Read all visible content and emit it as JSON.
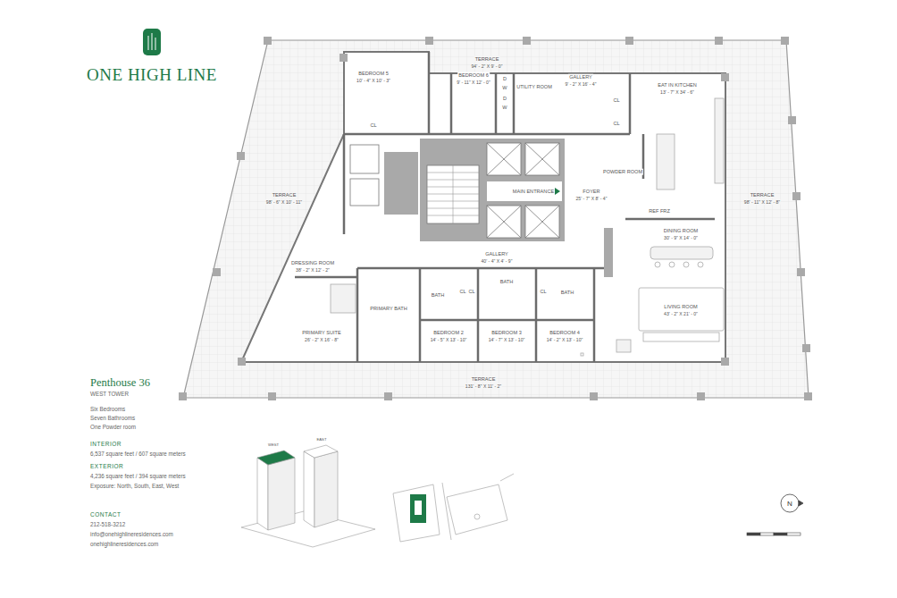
{
  "diagram": {
    "title": "ONE HIGH LINE",
    "labels": [
      "TERRACE",
      "94' - 2\" X 9' - 0\"",
      "BEDROOM 5",
      "10' - 4\" X 10' - 3\"",
      "CL",
      "BEDROOM 6",
      "9' - 11\" X 12' - 0\"",
      "D",
      "W",
      "D",
      "W",
      "UTILITY ROOM",
      "GALLERY",
      "9' - 2\" X 16' - 4\"",
      "CL",
      "CL",
      "EAT IN KITCHEN",
      "13' - 7\" X 34' - 6\"",
      "POWDER ROOM",
      "FOYER",
      "25' - 7\" X 8' - 4\"",
      "MAIN ENTRANCE",
      "REF FRZ",
      "TERRACE",
      "98' - 11\" X 12' - 8\"",
      "TERRACE",
      "98' - 6\" X 10' - 11\"",
      "DINING ROOM",
      "30' - 9\" X 14' - 0\"",
      "GALLERY",
      "40' - 4\" X 4' - 9\"",
      "DRESSING ROOM",
      "38' - 2\" X 12' - 2\"",
      "BATH",
      "CL",
      "CL",
      "BATH",
      "CL",
      "BATH",
      "PRIMARY BATH",
      "PRIMARY SUITE",
      "26' - 2\" X 16' - 8\"",
      "BEDROOM 2",
      "14' - 5\" X 13' - 10\"",
      "BEDROOM 3",
      "14' - 7\" X 13' - 10\"",
      "BEDROOM 4",
      "14' - 2\" X 13' - 10\"",
      "LIVING ROOM",
      "43' - 2\" X 21' - 0\"",
      "TERRACE",
      "131' - 8\" X 11' - 2\"",
      "Penthouse 36",
      "WEST TOWER",
      "Six Bedrooms",
      "Seven Bathrooms",
      "One Powder room",
      "INTERIOR",
      "6,537 square feet / 607 square meters",
      "EXTERIOR",
      "4,236 square feet / 394 square meters",
      "Exposure: North, South, East, West",
      "CONTACT",
      "212-518-3212",
      "info@onehighlineresidences.com",
      "onehighlineresidences.com",
      "WEST",
      "EAST",
      "N"
    ]
  }
}
